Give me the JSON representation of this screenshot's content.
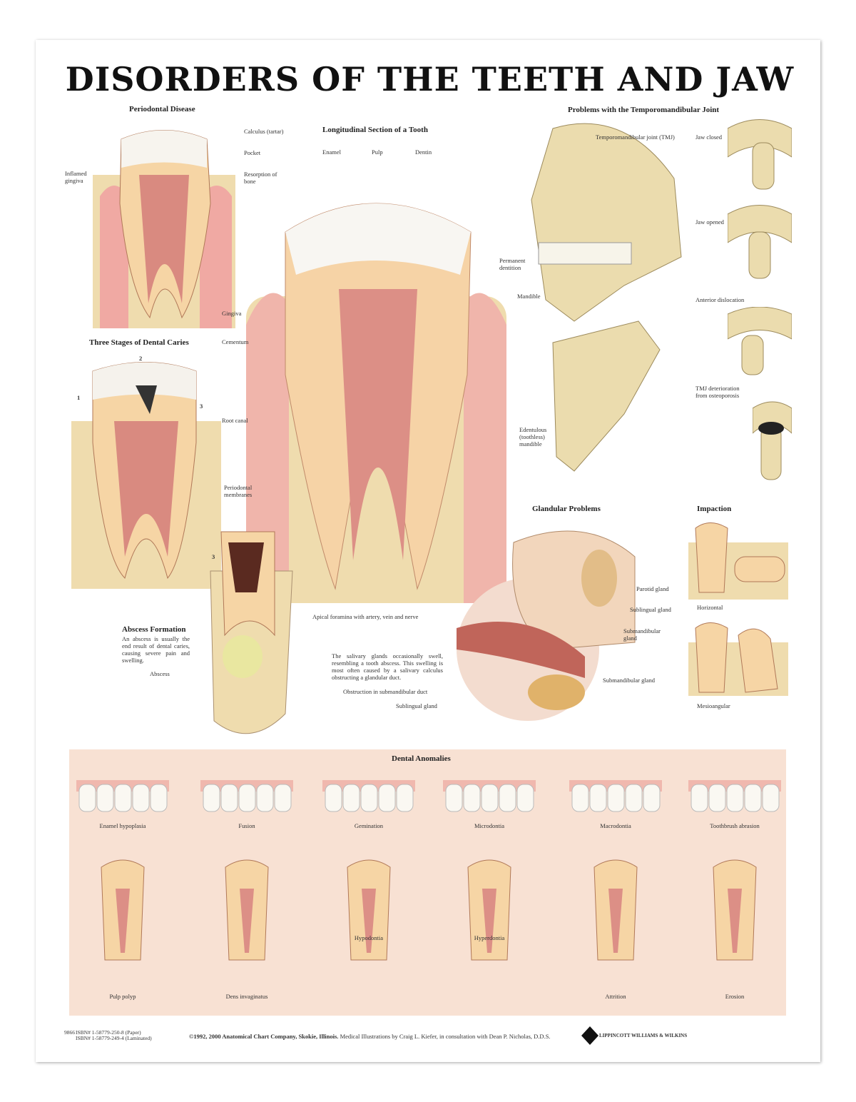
{
  "title": "DISORDERS OF THE TEETH AND JAW",
  "periodontal": {
    "heading": "Periodontal Disease",
    "labels": [
      "Calculus (tartar)",
      "Pocket",
      "Resorption of bone",
      "Inflamed gingiva"
    ]
  },
  "longitudinal": {
    "heading": "Longitudinal Section of a Tooth",
    "labels": {
      "enamel": "Enamel",
      "pulp": "Pulp",
      "dentin": "Dentin",
      "gingiva": "Gingiva",
      "cementum": "Cementum",
      "root_canal": "Root canal",
      "periodontal": "Periodontal membranes",
      "apical": "Apical foramina with artery, vein and nerve"
    }
  },
  "caries": {
    "heading": "Three Stages of Dental Caries",
    "stages": [
      "1",
      "2",
      "3",
      "3"
    ]
  },
  "abscess": {
    "heading": "Abscess Formation",
    "text": "An abscess is usually the end result of dental caries, causing severe pain and swelling.",
    "label": "Abscess"
  },
  "tmj": {
    "heading": "Problems with the Temporomandibular Joint",
    "labels": {
      "tmj": "Temporomandibular joint (TMJ)",
      "permanent": "Permanent dentition",
      "mandible": "Mandible",
      "edentulous": "Edentulous (toothless) mandible"
    },
    "states": [
      "Jaw closed",
      "Jaw opened",
      "Anterior dislocation",
      "TMJ deterioration from osteoporosis"
    ]
  },
  "glandular": {
    "heading": "Glandular Problems",
    "labels": [
      "Parotid gland",
      "Sublingual gland",
      "Submandibular gland",
      "Submandibular gland",
      "Obstruction in submandibular duct",
      "Sublingual gland"
    ],
    "text": "The salivary glands occasionally swell, resembling a tooth abscess. This swelling is most often caused by a salivary calculus obstructing a glandular duct."
  },
  "impaction": {
    "heading": "Impaction",
    "labels": [
      "Horizontal",
      "Mesioangular"
    ]
  },
  "anomalies": {
    "heading": "Dental Anomalies",
    "row1": [
      "Enamel hypoplasia",
      "Fusion",
      "Gemination",
      "Microdontia",
      "Macrodontia",
      "Toothbrush abrasion"
    ],
    "row2": [
      "Pulp polyp",
      "Dens invaginatus",
      "Hypodontia",
      "Hyperdontia",
      "Attrition",
      "Erosion"
    ]
  },
  "footer": {
    "code": "9866",
    "isbn1": "ISBN# 1-58779-250-8 (Paper)",
    "isbn2": "ISBN# 1-58779-249-4 (Laminated)",
    "copyright": "©1992, 2000 Anatomical Chart Company, Skokie, Illinois.",
    "credits": "Medical Illustrations by Craig L. Kiefer, in consultation with Dean P. Nicholas, D.D.S.",
    "publisher": "LIPPINCOTT WILLIAMS & WILKINS"
  }
}
